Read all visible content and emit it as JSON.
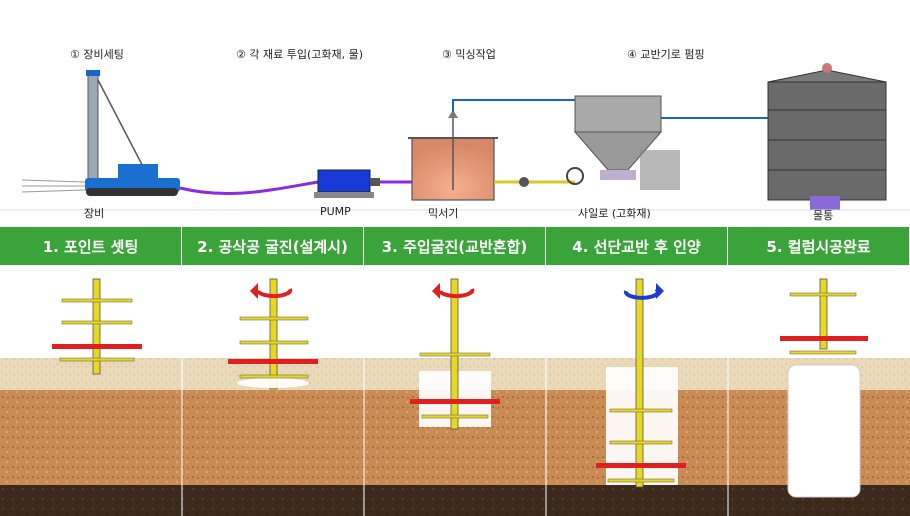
{
  "process": {
    "steps": [
      "① 장비세팅",
      "② 각 재료 투입(고화재, 물)",
      "③ 믹싱작업",
      "④ 교반기로 펌핑"
    ],
    "equipment": {
      "rig": "장비",
      "pump": "PUMP",
      "mixer": "믹서기",
      "silo": "사일로 (고화재)",
      "tank": "물통"
    }
  },
  "stages": [
    "1. 포인트 셋팅",
    "2. 공삭공 굴진(설계시)",
    "3. 주입굴진(교반혼합)",
    "4. 선단교반 후 인양",
    "5. 컬럼시공완료"
  ],
  "colors": {
    "header_green": "#3aa33a",
    "rod_yellow": "#e8d820",
    "cutter_red": "#e02020",
    "rotation_red": "#e02020",
    "rotation_blue": "#1a3ad8",
    "sand": "#ead9b8",
    "soil": "#c98c54",
    "bedrock": "#3c2a1c",
    "pipe_blue": "#1a66c8",
    "hose_purple": "#8a2be2"
  }
}
